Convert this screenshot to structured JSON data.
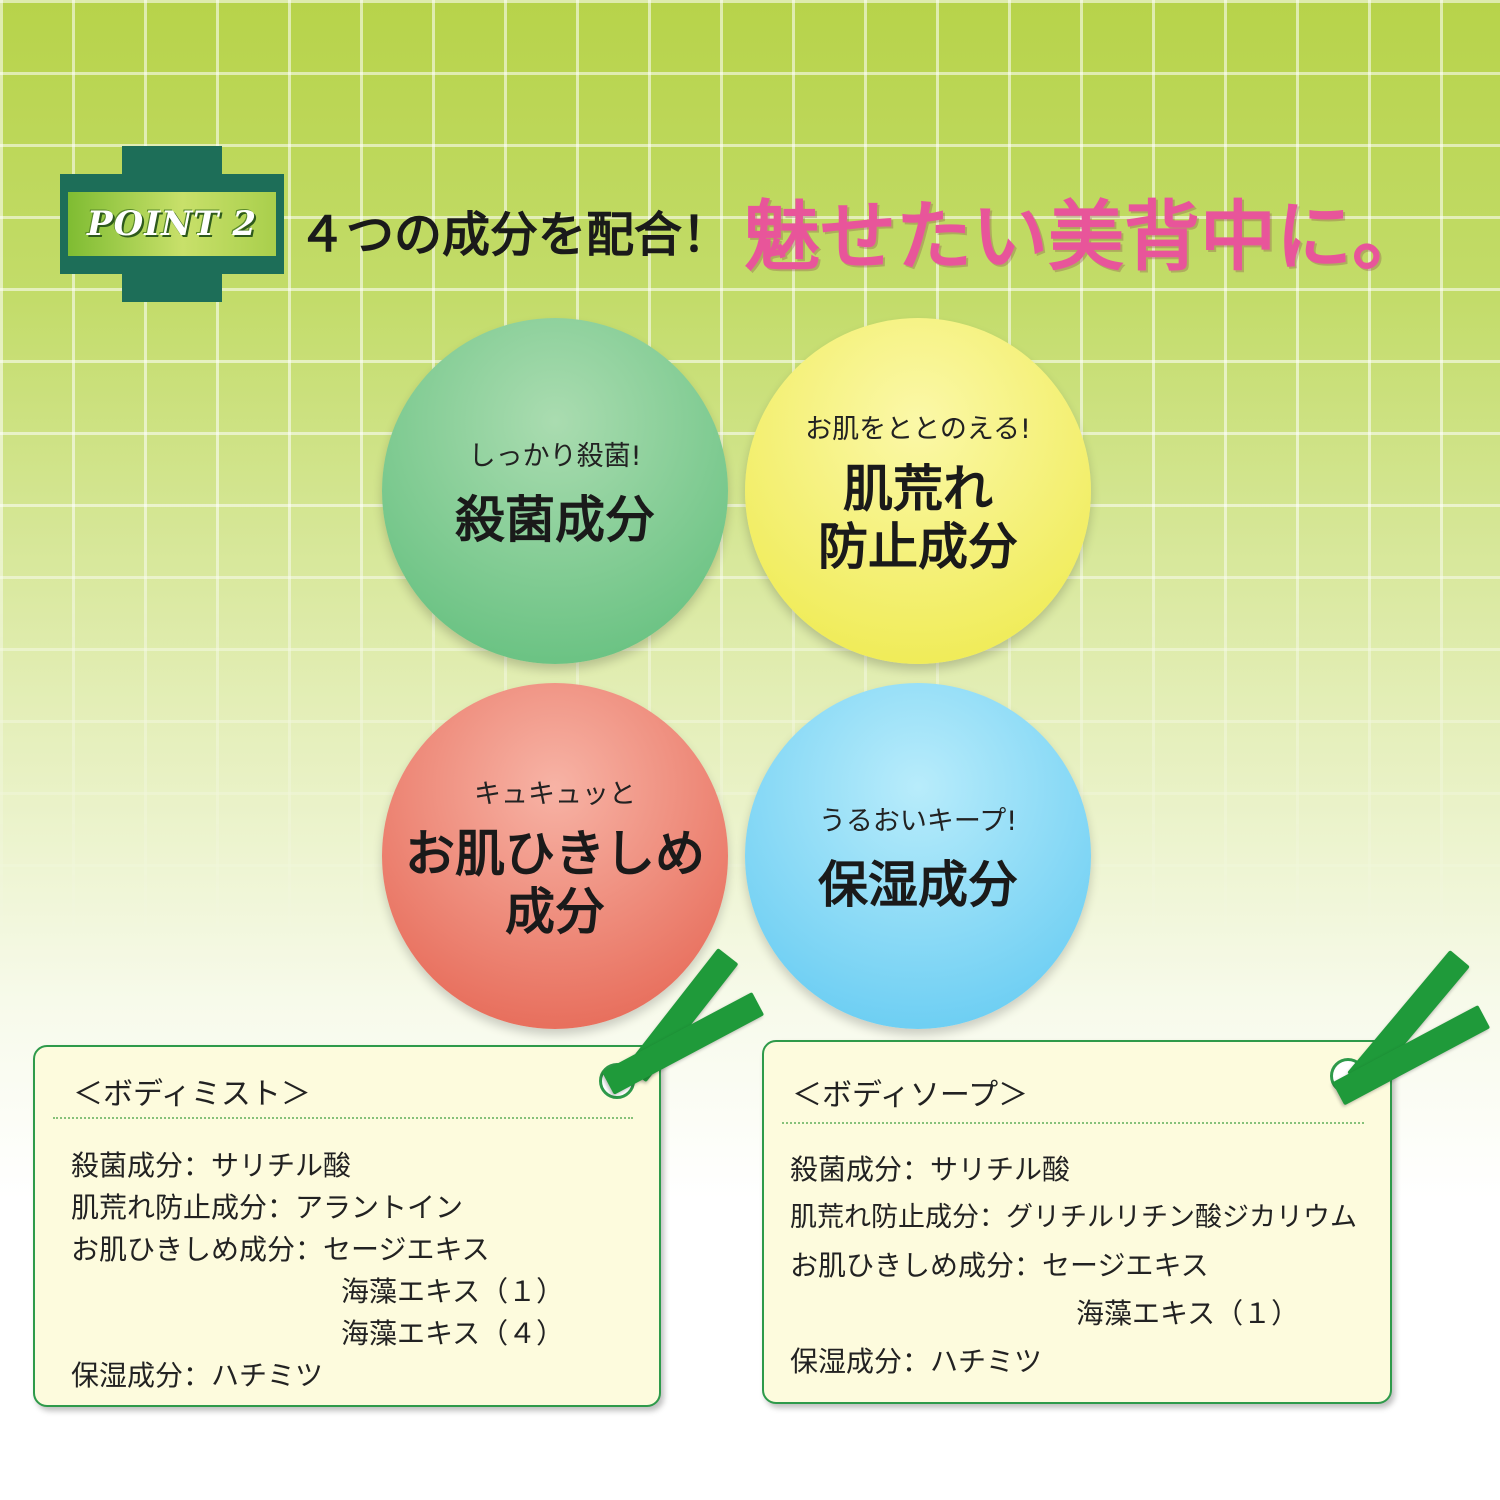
{
  "badge": {
    "label": "POINT 2"
  },
  "headline": {
    "part1": "４つの成分を配合！",
    "part2": "魅せたい美背中に。"
  },
  "circles": [
    {
      "sub": "しっかり殺菌!",
      "main": [
        "殺菌成分"
      ],
      "color": "#8fd3a0"
    },
    {
      "sub": "お肌をととのえる!",
      "main": [
        "肌荒れ",
        "防止成分"
      ],
      "color": "#f4f17a"
    },
    {
      "sub": "キュキュッと",
      "main": [
        "お肌ひきしめ",
        "成分"
      ],
      "color": "#ef8c7c"
    },
    {
      "sub": "うるおいキープ!",
      "main": [
        "保湿成分"
      ],
      "color": "#8fdcf7"
    }
  ],
  "cards": [
    {
      "title": "＜ボディミスト＞",
      "lines": [
        "殺菌成分：サリチル酸",
        "肌荒れ防止成分：アラントイン",
        "お肌ひきしめ成分：セージエキス",
        "海藻エキス（１）",
        "海藻エキス（４）",
        "保湿成分：ハチミツ"
      ]
    },
    {
      "title": "＜ボディソープ＞",
      "lines": [
        "殺菌成分：サリチル酸",
        "肌荒れ防止成分：グリチルリチン酸ジカリウム",
        "お肌ひきしめ成分：セージエキス",
        "海藻エキス（１）",
        "保湿成分：ハチミツ"
      ]
    }
  ],
  "colors": {
    "accent_green": "#1d6e58",
    "ribbon": "#1f9a3a",
    "pink": "#e8559a",
    "card_bg": "#fdfbdd"
  }
}
